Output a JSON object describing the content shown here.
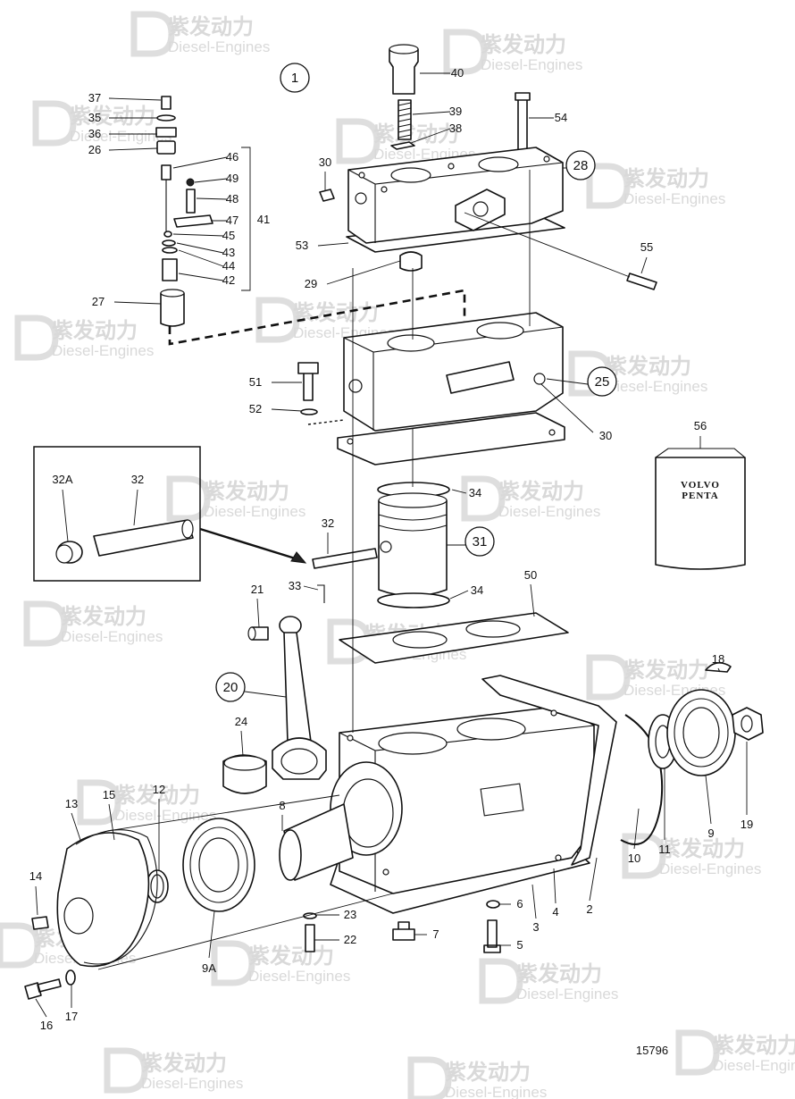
{
  "diagram": {
    "figure_number": "15796",
    "callouts": [
      {
        "id": "c1",
        "text": "1",
        "circled": true
      },
      {
        "id": "c2",
        "text": "2"
      },
      {
        "id": "c3",
        "text": "3"
      },
      {
        "id": "c4",
        "text": "4"
      },
      {
        "id": "c5",
        "text": "5"
      },
      {
        "id": "c6",
        "text": "6"
      },
      {
        "id": "c7",
        "text": "7"
      },
      {
        "id": "c8",
        "text": "8"
      },
      {
        "id": "c9",
        "text": "9"
      },
      {
        "id": "c9a",
        "text": "9A"
      },
      {
        "id": "c10",
        "text": "10"
      },
      {
        "id": "c11",
        "text": "11"
      },
      {
        "id": "c12",
        "text": "12"
      },
      {
        "id": "c13",
        "text": "13"
      },
      {
        "id": "c14",
        "text": "14"
      },
      {
        "id": "c15",
        "text": "15"
      },
      {
        "id": "c16",
        "text": "16"
      },
      {
        "id": "c17",
        "text": "17"
      },
      {
        "id": "c18",
        "text": "18"
      },
      {
        "id": "c19",
        "text": "19"
      },
      {
        "id": "c20",
        "text": "20",
        "circled": true
      },
      {
        "id": "c21",
        "text": "21"
      },
      {
        "id": "c22",
        "text": "22"
      },
      {
        "id": "c23",
        "text": "23"
      },
      {
        "id": "c24",
        "text": "24"
      },
      {
        "id": "c25",
        "text": "25",
        "circled": true
      },
      {
        "id": "c26",
        "text": "26"
      },
      {
        "id": "c27",
        "text": "27"
      },
      {
        "id": "c28",
        "text": "28",
        "circled": true
      },
      {
        "id": "c29",
        "text": "29"
      },
      {
        "id": "c30a",
        "text": "30"
      },
      {
        "id": "c30b",
        "text": "30"
      },
      {
        "id": "c31",
        "text": "31",
        "circled": true
      },
      {
        "id": "c32",
        "text": "32"
      },
      {
        "id": "c32b",
        "text": "32"
      },
      {
        "id": "c32a",
        "text": "32A"
      },
      {
        "id": "c33",
        "text": "33"
      },
      {
        "id": "c34a",
        "text": "34"
      },
      {
        "id": "c34b",
        "text": "34"
      },
      {
        "id": "c35",
        "text": "35"
      },
      {
        "id": "c36",
        "text": "36"
      },
      {
        "id": "c37",
        "text": "37"
      },
      {
        "id": "c38",
        "text": "38"
      },
      {
        "id": "c39",
        "text": "39"
      },
      {
        "id": "c40",
        "text": "40"
      },
      {
        "id": "c41",
        "text": "41"
      },
      {
        "id": "c42",
        "text": "42"
      },
      {
        "id": "c43",
        "text": "43"
      },
      {
        "id": "c44",
        "text": "44"
      },
      {
        "id": "c45",
        "text": "45"
      },
      {
        "id": "c46",
        "text": "46"
      },
      {
        "id": "c47",
        "text": "47"
      },
      {
        "id": "c48",
        "text": "48"
      },
      {
        "id": "c49",
        "text": "49"
      },
      {
        "id": "c50",
        "text": "50"
      },
      {
        "id": "c51",
        "text": "51"
      },
      {
        "id": "c52",
        "text": "52"
      },
      {
        "id": "c53",
        "text": "53"
      },
      {
        "id": "c54",
        "text": "54"
      },
      {
        "id": "c55",
        "text": "55"
      },
      {
        "id": "c56",
        "text": "56"
      }
    ],
    "paint_can": {
      "line1": "VOLVO",
      "line2": "PENTA"
    },
    "watermark": {
      "cn": "紫发动力",
      "en": "Diesel-Engines"
    }
  }
}
